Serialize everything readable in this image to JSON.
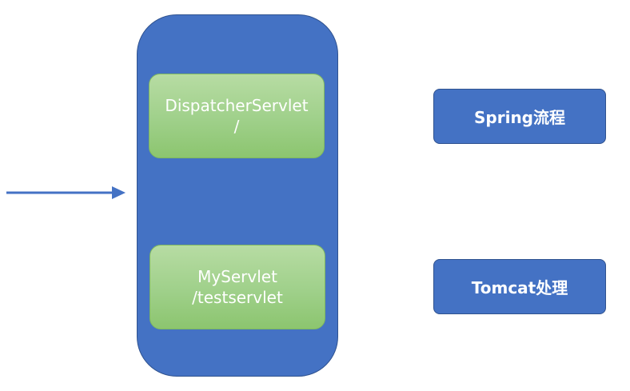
{
  "diagram": {
    "servlets": [
      {
        "line1": "DispatcherServlet",
        "line2": "/"
      },
      {
        "line1": "MyServlet",
        "line2": "/testservlet"
      }
    ],
    "boxes": [
      {
        "label": "Spring流程"
      },
      {
        "label": "Tomcat处理"
      }
    ]
  },
  "colors": {
    "container_fill": "#4472c4",
    "servlet_fill": "#a9d18e",
    "box_fill": "#4472c4",
    "arrow": "#4472c4"
  }
}
